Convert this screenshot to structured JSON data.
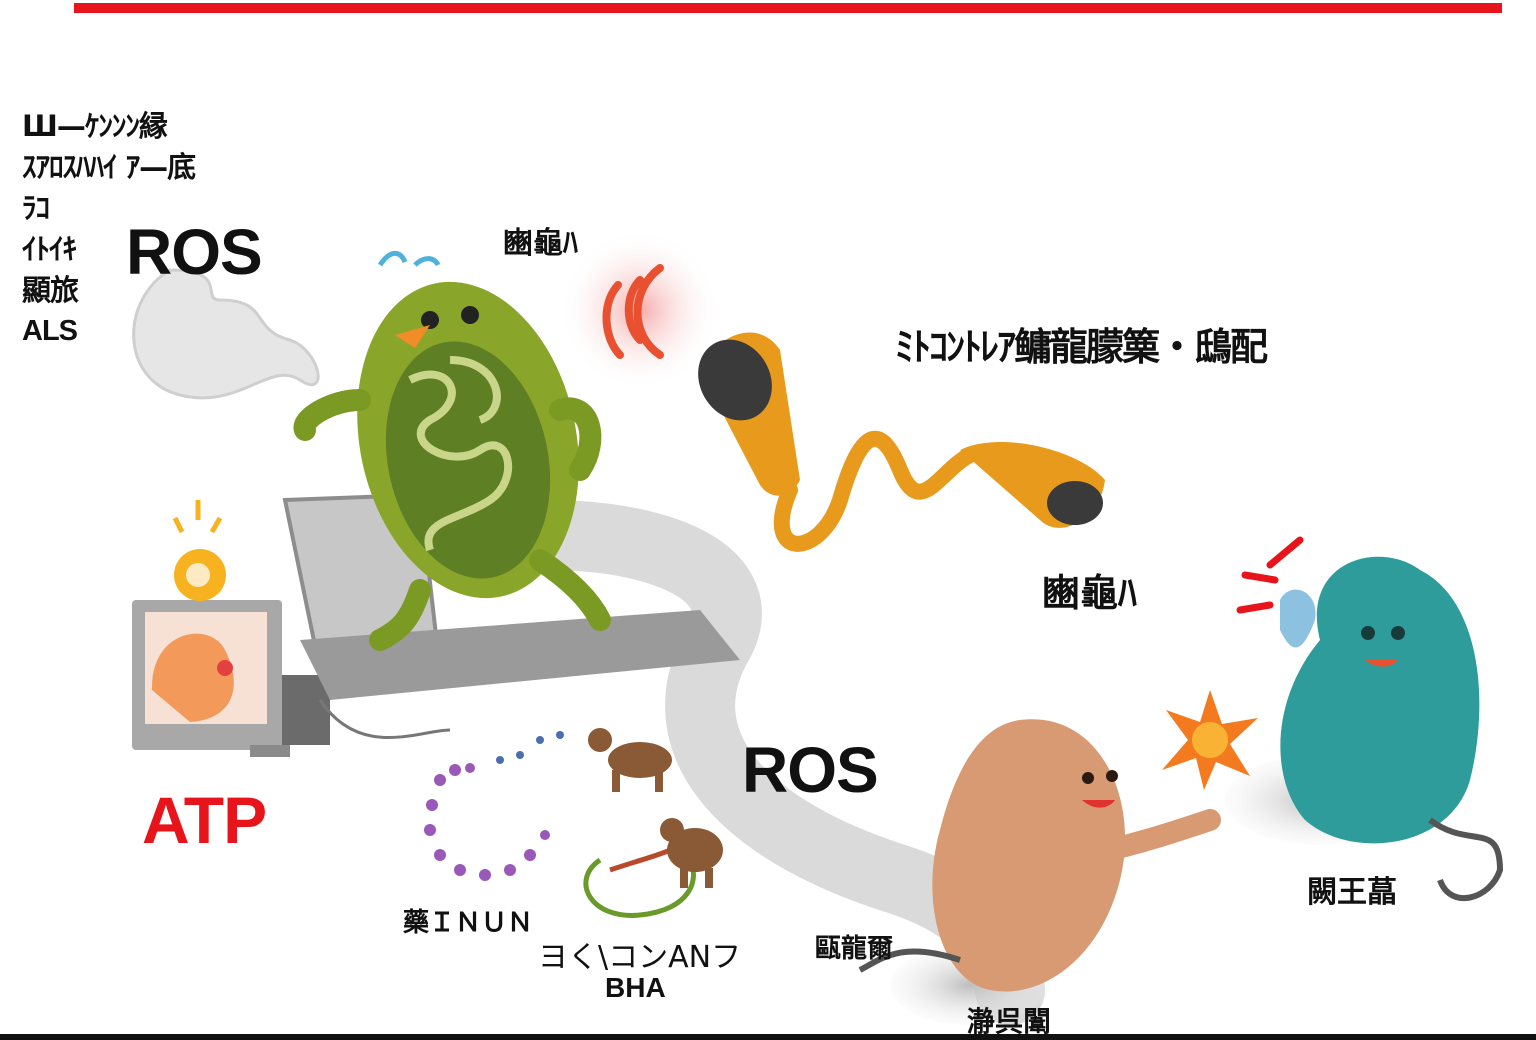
{
  "side_list": [
    "Ш—ｹﾝﾝﾝ縁",
    "ｽｱﾛｽﾊﾊｲ ｱ—底",
    "ﾗｺ",
    "ｲﾄｲｷ",
    "顯旅",
    "ALS"
  ],
  "labels": {
    "ros_top": "ROS",
    "ros_mid": "ROS",
    "atp": "ATP",
    "signal_top": "豳龜ﾊ",
    "mito_title": "ﾐﾄｺﾝﾄﾚｱ鳙龍朦篥・鴟配",
    "signal_right": "豳龜ﾊ",
    "cell_right_label": "闕王蕌",
    "dna_left": "藥ＩＮＵＮ",
    "dna_jp": "ヨく\\コンАNフ",
    "dna_en": "BHA",
    "cell_mid_label": "甌龍爾",
    "cell_bottom_label": "瀞呉闈"
  },
  "colors": {
    "accent_red": "#e8141c",
    "mito_green": "#8aa62a",
    "horn_orange": "#e79a1c",
    "cell_teal": "#2e9c9a",
    "cell_peach": "#d89a72"
  },
  "icons": [
    "mitochondria-character",
    "monitor-icon",
    "megaphone-icon",
    "lightbulb-icon",
    "spiky-cell-character",
    "fluffy-cell-character",
    "burst-icon",
    "dna-strand",
    "monkey-figure"
  ]
}
